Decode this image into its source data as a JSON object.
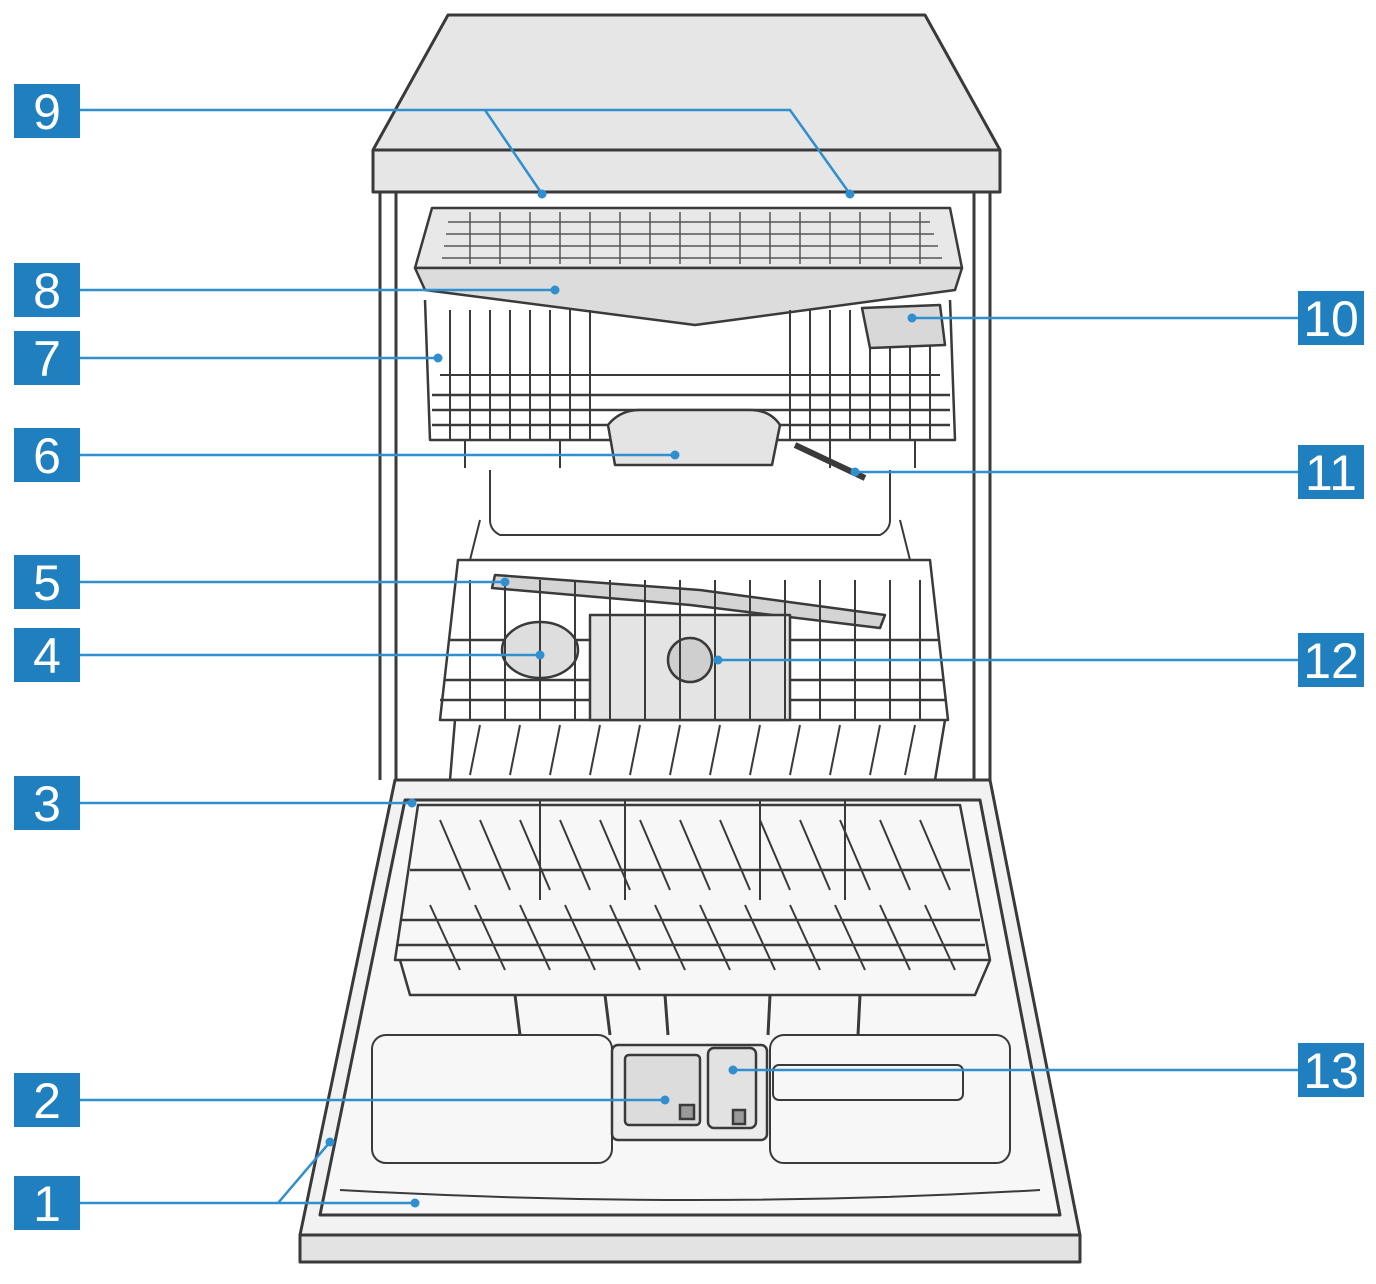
{
  "diagram": {
    "subject": "dishwasher-front-view",
    "colors": {
      "callout_box": "#1f7fbf",
      "callout_text": "#ffffff",
      "leader_line": "#2f8fcf",
      "outline": "#3a3a3a",
      "body_fill": "#ededed",
      "lid_fill": "#e6e6e6",
      "interior_fill": "#f4f4f4"
    },
    "callouts": [
      {
        "label": "1"
      },
      {
        "label": "2"
      },
      {
        "label": "3"
      },
      {
        "label": "4"
      },
      {
        "label": "5"
      },
      {
        "label": "6"
      },
      {
        "label": "7"
      },
      {
        "label": "8"
      },
      {
        "label": "9"
      },
      {
        "label": "10"
      },
      {
        "label": "11"
      },
      {
        "label": "12"
      },
      {
        "label": "13"
      }
    ]
  }
}
